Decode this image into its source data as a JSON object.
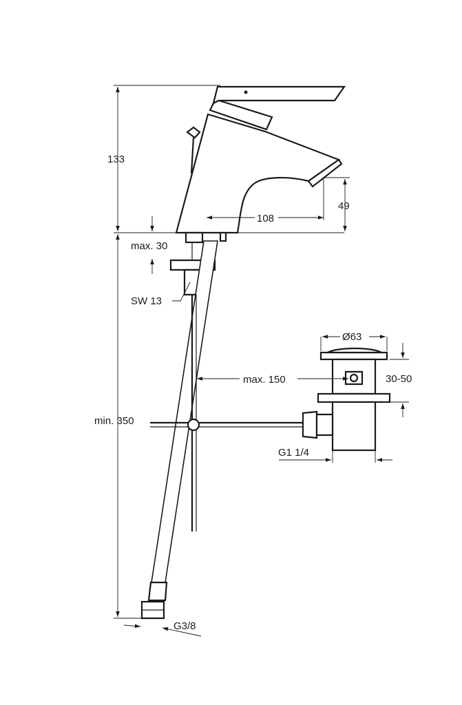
{
  "labels": {
    "height_total": "133",
    "spout_reach": "108",
    "spout_height": "49",
    "max_thickness": "max. 30",
    "wrench_size": "SW 13",
    "min_hose": "min. 350",
    "waste_diameter": "Ø63",
    "max_distance": "max. 150",
    "waste_range": "30-50",
    "waste_thread": "G1 1/4",
    "hose_thread": "G3/8"
  }
}
